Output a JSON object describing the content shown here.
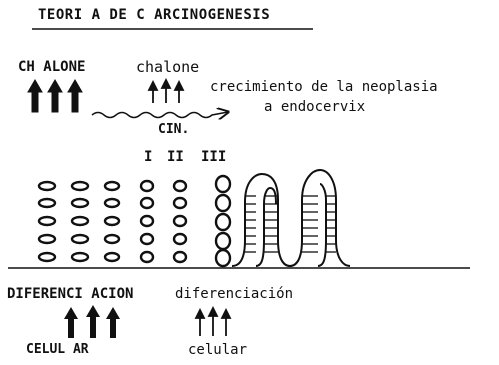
{
  "title": "TEORI A DE C ARCINOGENESIS",
  "labels": {
    "chalone_upper": "CH ALONE",
    "chalone_lower": "chalone",
    "growth_line1": "crecimiento de la neoplasia",
    "growth_line2": "a endocervix",
    "cin": "CIN.",
    "grade_1": "I",
    "grade_2": "II",
    "grade_3": "III",
    "differentiation_upper": "DIFERENCI ACION",
    "differentiation_lower": "diferenciación",
    "cellular_upper": "CELUL AR",
    "cellular_lower": "celular"
  },
  "colors": {
    "ink": "#111111",
    "background": "#ffffff"
  }
}
